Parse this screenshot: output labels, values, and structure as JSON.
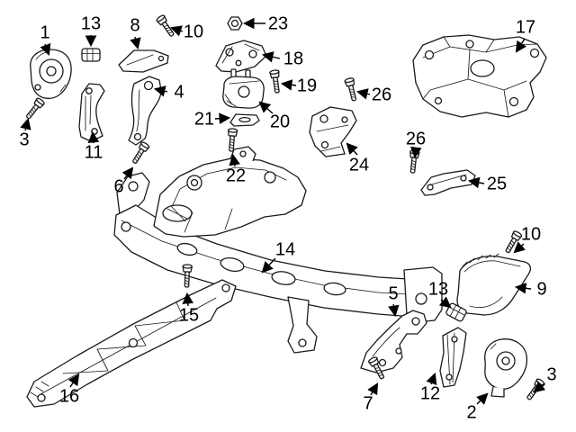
{
  "diagram": {
    "type": "exploded-parts-diagram",
    "colors": {
      "background": "#ffffff",
      "line": "#1a1a1a",
      "label": "#000000"
    },
    "callouts": [
      {
        "label": "1",
        "part": "engine-mount"
      },
      {
        "label": "13",
        "part": "rubber-buffer"
      },
      {
        "label": "8",
        "part": "bracket-plate"
      },
      {
        "label": "10",
        "part": "bolt"
      },
      {
        "label": "23",
        "part": "hex-nut"
      },
      {
        "label": "18",
        "part": "support-bracket"
      },
      {
        "label": "17",
        "part": "support-bracket-large"
      },
      {
        "label": "19",
        "part": "bolt"
      },
      {
        "label": "26",
        "part": "bolt"
      },
      {
        "label": "4",
        "part": "side-bracket"
      },
      {
        "label": "21",
        "part": "spacer-plate"
      },
      {
        "label": "20",
        "part": "transmission-mount"
      },
      {
        "label": "3",
        "part": "bolt"
      },
      {
        "label": "11",
        "part": "support-bracket"
      },
      {
        "label": "24",
        "part": "mounting-plate"
      },
      {
        "label": "26",
        "part": "bolt"
      },
      {
        "label": "25",
        "part": "retaining-bracket"
      },
      {
        "label": "6",
        "part": "bolt"
      },
      {
        "label": "22",
        "part": "bolt"
      },
      {
        "label": "14",
        "part": "front-subframe-crossmember"
      },
      {
        "label": "10",
        "part": "bolt"
      },
      {
        "label": "15",
        "part": "bolt"
      },
      {
        "label": "9",
        "part": "heat-shield"
      },
      {
        "label": "13",
        "part": "rubber-buffer"
      },
      {
        "label": "5",
        "part": "support-bracket"
      },
      {
        "label": "16",
        "part": "lower-brace-frame"
      },
      {
        "label": "7",
        "part": "bolt"
      },
      {
        "label": "12",
        "part": "bracket"
      },
      {
        "label": "2",
        "part": "engine-mount"
      },
      {
        "label": "3",
        "part": "bolt"
      }
    ]
  }
}
